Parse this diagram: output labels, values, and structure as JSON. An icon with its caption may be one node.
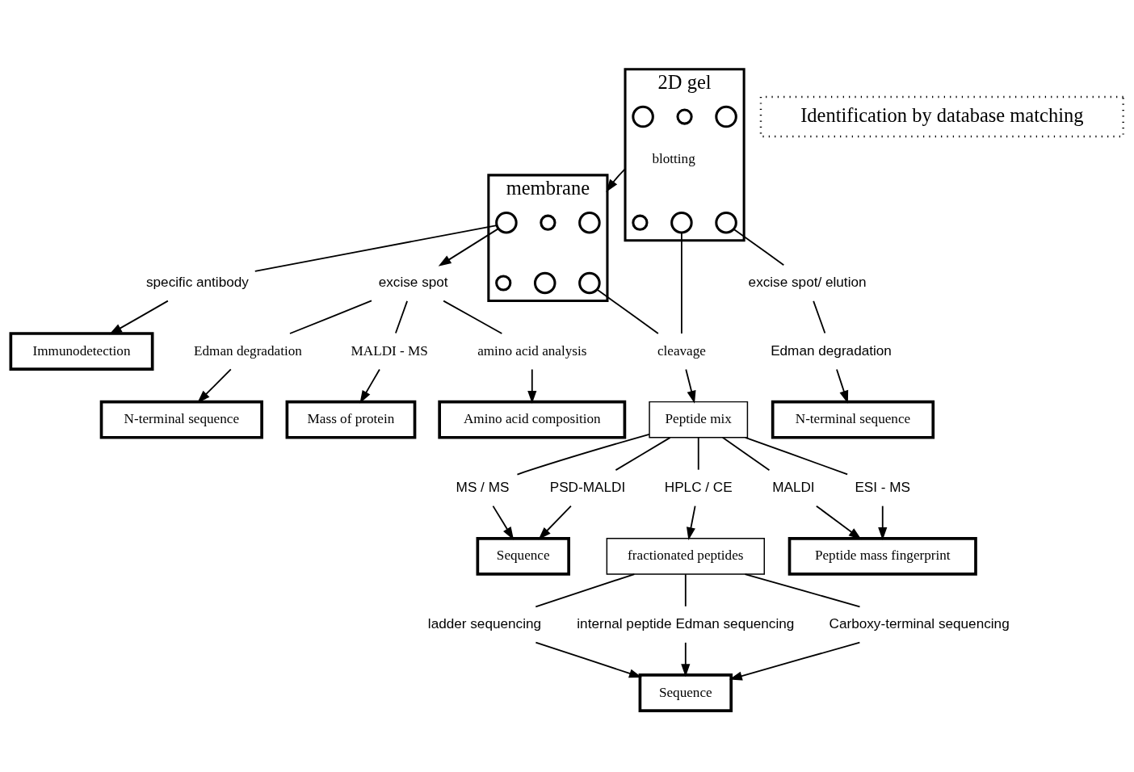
{
  "diagram": {
    "nodes": [
      {
        "text": [
          "2D gel"
        ]
      },
      {
        "text": [],
        "shape": "circle",
        "in": 0
      },
      {
        "text": [],
        "shape": "circle",
        "in": 0
      },
      {
        "text": [],
        "shape": "circle",
        "in": 0
      },
      {
        "text": [],
        "shape": "circle",
        "in": 0
      },
      {
        "text": [],
        "shape": "circle",
        "in": 0
      },
      {
        "text": [],
        "shape": "circle",
        "in": 0
      },
      {
        "text": [
          "membrane"
        ]
      },
      {
        "text": [],
        "shape": "circle",
        "in": 7
      },
      {
        "text": [],
        "shape": "circle",
        "in": 7
      },
      {
        "text": [],
        "shape": "circle",
        "in": 7
      },
      {
        "text": [],
        "shape": "circle",
        "in": 7
      },
      {
        "text": [],
        "shape": "circle",
        "in": 7
      },
      {
        "text": [],
        "shape": "circle",
        "in": 7
      },
      {
        "text": [
          "Immunodetection"
        ]
      },
      {
        "text": [
          "specific antibody"
        ]
      },
      {
        "text": [
          "cleavage"
        ]
      },
      {
        "text": [
          "excise spot"
        ]
      },
      {
        "text": [
          "excise spot/ elution"
        ]
      },
      {
        "text": [
          "MALDI - MS"
        ]
      },
      {
        "text": [
          "amino acid analysis"
        ]
      },
      {
        "text": [
          "Edman degradation"
        ]
      },
      {
        "text": [
          "Peptide mix"
        ]
      },
      {
        "text": [
          "Mass of protein"
        ]
      },
      {
        "text": [
          "Amino acid composition"
        ]
      },
      {
        "text": [
          "N-terminal sequence"
        ]
      },
      {
        "text": [
          "PSD-MALDI"
        ]
      },
      {
        "text": [
          "HPLC / CE"
        ]
      },
      {
        "text": [
          "ESI - MS"
        ]
      },
      {
        "text": [
          "Edman degradation"
        ]
      },
      {
        "text": [
          "MS / MS"
        ]
      },
      {
        "text": [
          "MALDI"
        ]
      },
      {
        "text": [
          "N-terminal sequence"
        ]
      },
      {
        "text": [
          "Sequence"
        ]
      },
      {
        "text": [
          "fractionated peptides"
        ]
      },
      {
        "text": [
          "Peptide mass fingerprint"
        ]
      },
      {
        "text": [
          "ladder sequencing"
        ]
      },
      {
        "text": [
          "internal peptide Edman sequencing"
        ]
      },
      {
        "text": [
          "Carboxy-terminal sequencing"
        ]
      },
      {
        "text": [
          "Sequence"
        ]
      },
      {
        "text": [
          "Identification by database matching"
        ]
      }
    ],
    "edges": [
      {
        "from": 0,
        "to": 7,
        "arrow": "to",
        "label": "blotting"
      },
      {
        "from": 4,
        "to": 16,
        "arrow": "none"
      },
      {
        "from": 11,
        "to": 16,
        "arrow": "none"
      },
      {
        "from": 5,
        "to": 18,
        "arrow": "none"
      },
      {
        "from": 10,
        "to": 15,
        "arrow": "none"
      },
      {
        "from": 15,
        "to": 14,
        "arrow": "to"
      },
      {
        "from": 10,
        "to": 17,
        "arrow": "to"
      },
      {
        "from": 16,
        "to": 22,
        "arrow": "to"
      },
      {
        "from": 17,
        "to": 19,
        "arrow": "none"
      },
      {
        "from": 17,
        "to": 20,
        "arrow": "none"
      },
      {
        "from": 17,
        "to": 21,
        "arrow": "none"
      },
      {
        "from": 19,
        "to": 23,
        "arrow": "to"
      },
      {
        "from": 20,
        "to": 24,
        "arrow": "to"
      },
      {
        "from": 21,
        "to": 25,
        "arrow": "to"
      },
      {
        "from": 18,
        "to": 29,
        "arrow": "none"
      },
      {
        "from": 29,
        "to": 32,
        "arrow": "to"
      },
      {
        "from": 22,
        "to": 26,
        "arrow": "none"
      },
      {
        "from": 22,
        "to": 30,
        "arrow": "none"
      },
      {
        "from": 22,
        "to": 27,
        "arrow": "none"
      },
      {
        "from": 22,
        "to": 31,
        "arrow": "none"
      },
      {
        "from": 22,
        "to": 28,
        "arrow": "none"
      },
      {
        "from": 26,
        "to": 33,
        "arrow": "to"
      },
      {
        "from": 30,
        "to": 33,
        "arrow": "to"
      },
      {
        "from": 27,
        "to": 34,
        "arrow": "to"
      },
      {
        "from": 31,
        "to": 35,
        "arrow": "to"
      },
      {
        "from": 28,
        "to": 35,
        "arrow": "to"
      },
      {
        "from": 34,
        "to": 37,
        "arrow": "none"
      },
      {
        "from": 34,
        "to": 36,
        "arrow": "none"
      },
      {
        "from": 34,
        "to": 38,
        "arrow": "none"
      },
      {
        "from": 37,
        "to": 39,
        "arrow": "to"
      },
      {
        "from": 36,
        "to": 39,
        "arrow": "to"
      },
      {
        "from": 38,
        "to": 39,
        "arrow": "to"
      }
    ]
  }
}
